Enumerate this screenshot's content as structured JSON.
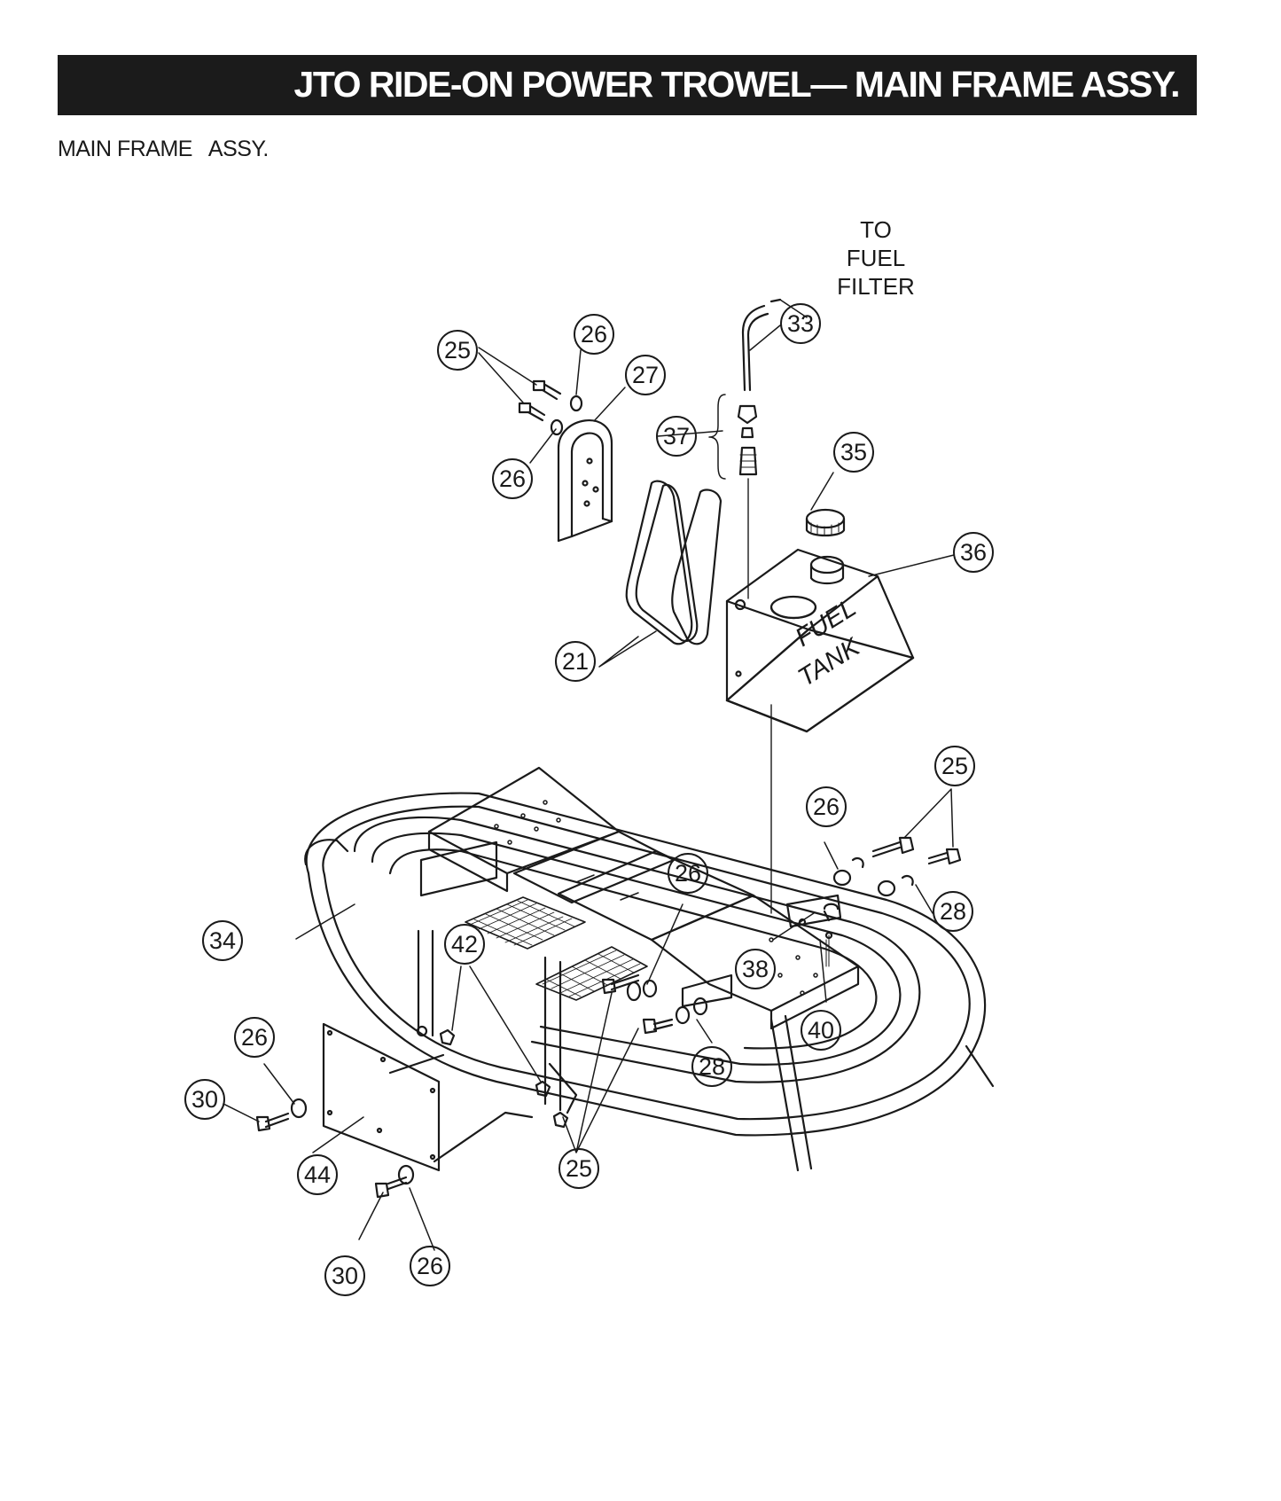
{
  "header": {
    "title": "JTO RIDE-ON POWER TROWEL— MAIN FRAME ASSY."
  },
  "subtitle": "MAIN FRAME   ASSY.",
  "notes": {
    "fuel_filter_1": "TO",
    "fuel_filter_2": "FUEL",
    "fuel_filter_3": "FILTER",
    "tank_1": "FUEL",
    "tank_2": "TANK"
  },
  "callouts": [
    {
      "id": "c25a",
      "label": "25"
    },
    {
      "id": "c26a",
      "label": "26"
    },
    {
      "id": "c27",
      "label": "27"
    },
    {
      "id": "c26b",
      "label": "26"
    },
    {
      "id": "c33",
      "label": "33"
    },
    {
      "id": "c37",
      "label": "37"
    },
    {
      "id": "c35",
      "label": "35"
    },
    {
      "id": "c36",
      "label": "36"
    },
    {
      "id": "c21",
      "label": "21"
    },
    {
      "id": "c25b",
      "label": "25"
    },
    {
      "id": "c26c",
      "label": "26"
    },
    {
      "id": "c28a",
      "label": "28"
    },
    {
      "id": "c26d",
      "label": "26"
    },
    {
      "id": "c34",
      "label": "34"
    },
    {
      "id": "c42",
      "label": "42"
    },
    {
      "id": "c38",
      "label": "38"
    },
    {
      "id": "c40",
      "label": "40"
    },
    {
      "id": "c26e",
      "label": "26"
    },
    {
      "id": "c28b",
      "label": "28"
    },
    {
      "id": "c30a",
      "label": "30"
    },
    {
      "id": "c44",
      "label": "44"
    },
    {
      "id": "c25c",
      "label": "25"
    },
    {
      "id": "c30b",
      "label": "30"
    },
    {
      "id": "c26f",
      "label": "26"
    }
  ]
}
